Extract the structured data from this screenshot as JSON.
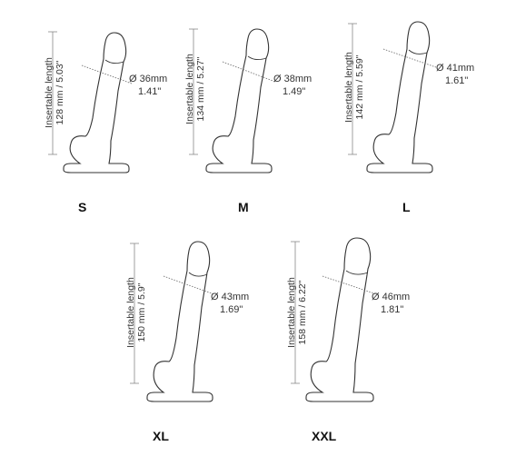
{
  "sizes": [
    {
      "name": "S",
      "length_title": "Insertable length",
      "length": "128 mm / 5.03\"",
      "diameter": "Ø 36mm",
      "diameter_in": "1.41\""
    },
    {
      "name": "M",
      "length_title": "Insertable length",
      "length": "134 mm / 5.27\"",
      "diameter": "Ø 38mm",
      "diameter_in": "1.49\""
    },
    {
      "name": "L",
      "length_title": "Insertable length",
      "length": "142 mm / 5.59\"",
      "diameter": "Ø 41mm",
      "diameter_in": "1.61\""
    },
    {
      "name": "XL",
      "length_title": "Insertable length",
      "length": "150 mm / 5.9\"",
      "diameter": "Ø 43mm",
      "diameter_in": "1.69\""
    },
    {
      "name": "XXL",
      "length_title": "Insertable length",
      "length": "158 mm / 6.22\"",
      "diameter": "Ø 46mm",
      "diameter_in": "1.81\""
    }
  ]
}
